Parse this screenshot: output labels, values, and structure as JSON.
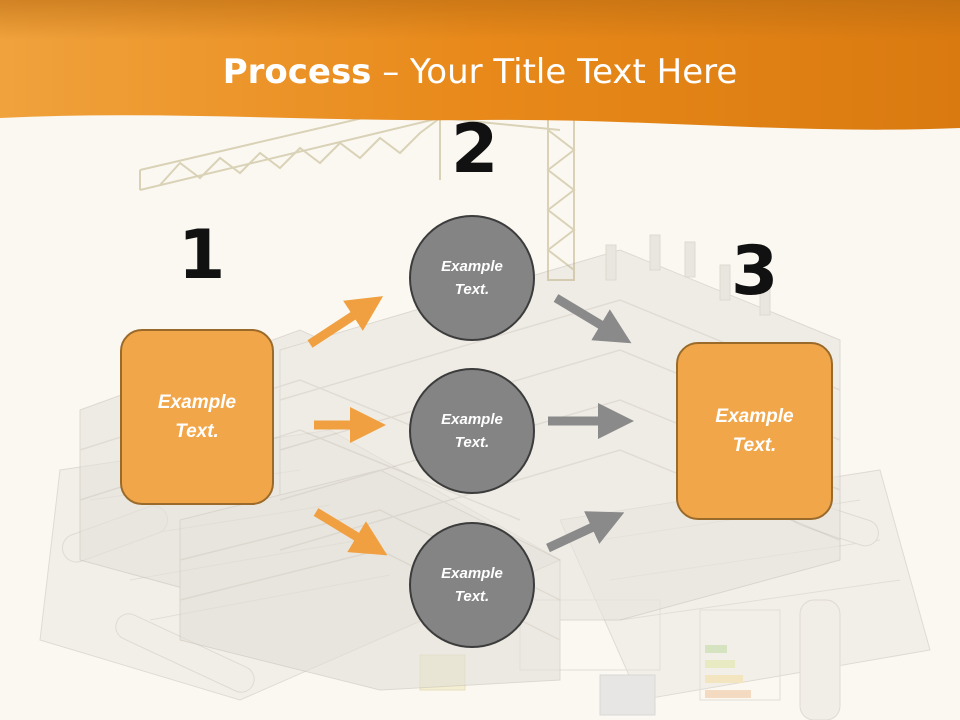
{
  "title": {
    "bold": "Process",
    "rest": " – Your Title Text Here"
  },
  "steps": [
    {
      "number": "1",
      "text": "Example Text."
    },
    {
      "number": "2",
      "text": "Example Text."
    },
    {
      "number": "3",
      "text": "Example Text."
    }
  ],
  "circles": [
    {
      "text": "Example Text."
    },
    {
      "text": "Example Text."
    },
    {
      "text": "Example Text."
    }
  ],
  "colors": {
    "header": "#e8891a",
    "box_fill": "#f2a64a",
    "circle_fill": "#848484",
    "orange_arrow": "#f0a040",
    "gray_arrow": "#8a8a8a"
  }
}
